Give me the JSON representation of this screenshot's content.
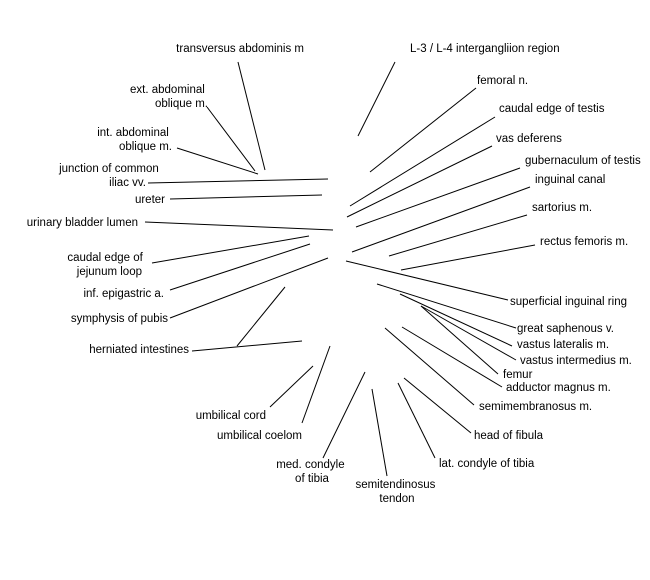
{
  "labels": {
    "transversus": "transversus abdominis m",
    "l3l4": "L-3 / L-4 intergangliion region",
    "ext_oblique": [
      "ext. abdominal",
      "oblique m."
    ],
    "femoral_n": "femoral n.",
    "int_oblique": [
      "int. abdominal",
      "oblique m."
    ],
    "caudal_testis": "caudal edge of testis",
    "vas_deferens": "vas deferens",
    "junction_iliac": [
      "junction of common",
      "iliac vv."
    ],
    "gubernaculum": "gubernaculum of testis",
    "ureter": "ureter",
    "inguinal_canal": "inguinal canal",
    "sartorius": "sartorius m.",
    "bladder": "urinary bladder lumen",
    "rectus": "rectus femoris m.",
    "jejunum": [
      "caudal edge of",
      "jejunum loop"
    ],
    "epigastric": "inf. epigastric a.",
    "superficial_ring": "superficial inguinal ring",
    "symphysis": "symphysis of pubis",
    "saphenous": "great saphenous v.",
    "vastus_lat": "vastus lateralis m.",
    "herniated": "herniated intestines",
    "vastus_int": "vastus intermedius m.",
    "femur": "femur",
    "adductor": "adductor magnus m.",
    "semimembranosus": "semimembranosus m.",
    "umbilical_cord": "umbilical cord",
    "umbilical_coelom": "umbilical coelom",
    "head_fibula": "head of fibula",
    "med_condyle": [
      "med. condyle",
      "of tibia"
    ],
    "lat_condyle": "lat. condyle of tibia",
    "semitendinosus": [
      "semitendinosus",
      "tendon"
    ]
  }
}
